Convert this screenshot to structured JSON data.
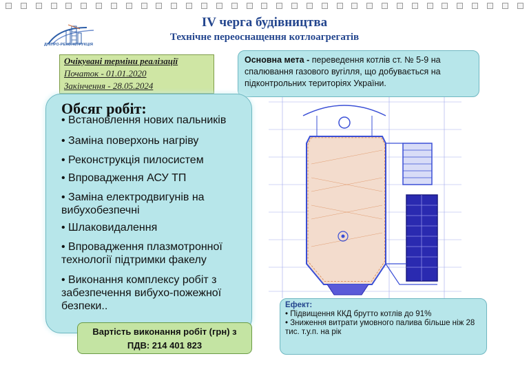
{
  "logo": {
    "text": "ДНІПРО-РЕКОНСТРУКЦІЯ"
  },
  "header": {
    "title": "IV черга будівництва",
    "subtitle": "Технічне переоснащення котлоагрегатів"
  },
  "timeline": {
    "heading": "Очікувані терміни реалізації",
    "start": "Початок - 01.01.2020",
    "end": "Закінчення - 28.05.2024"
  },
  "goal": {
    "label": "Основна мета -",
    "text": " переведення котлів ст. № 5-9 на спалювання газового вугілля, що добувається на підконтрольних територіях України."
  },
  "scope": {
    "title": "Обсяг робіт:",
    "items": [
      "• Встановлення нових пальників",
      "• Заміна поверхонь нагріву",
      "• Реконструкція пилосистем",
      "• Впровадження АСУ ТП",
      "• Заміна електродвигунів на вибухобезпечні",
      "• Шлаковидалення",
      "• Впровадження плазмотронної технології підтримки факелу",
      "• Виконання комплексу робіт з забезпечення вибухо-пожежної безпеки.."
    ]
  },
  "effect": {
    "title": "Ефект:",
    "items": [
      "• Підвищення ККД брутто котлів до 91%",
      "• Зниження витрати умовного палива більше ніж 28 тис. т.у.п. на рік"
    ]
  },
  "cost": {
    "line1": "Вартість виконання робіт (грн) з",
    "line2": "ПДВ: 214 401 823"
  },
  "colors": {
    "title": "#24468e",
    "panel_cyan": "#b7e6ea",
    "panel_green": "#c4e4a3",
    "drawing_blue": "#3a4fd6",
    "drawing_orange": "#d9824a"
  }
}
